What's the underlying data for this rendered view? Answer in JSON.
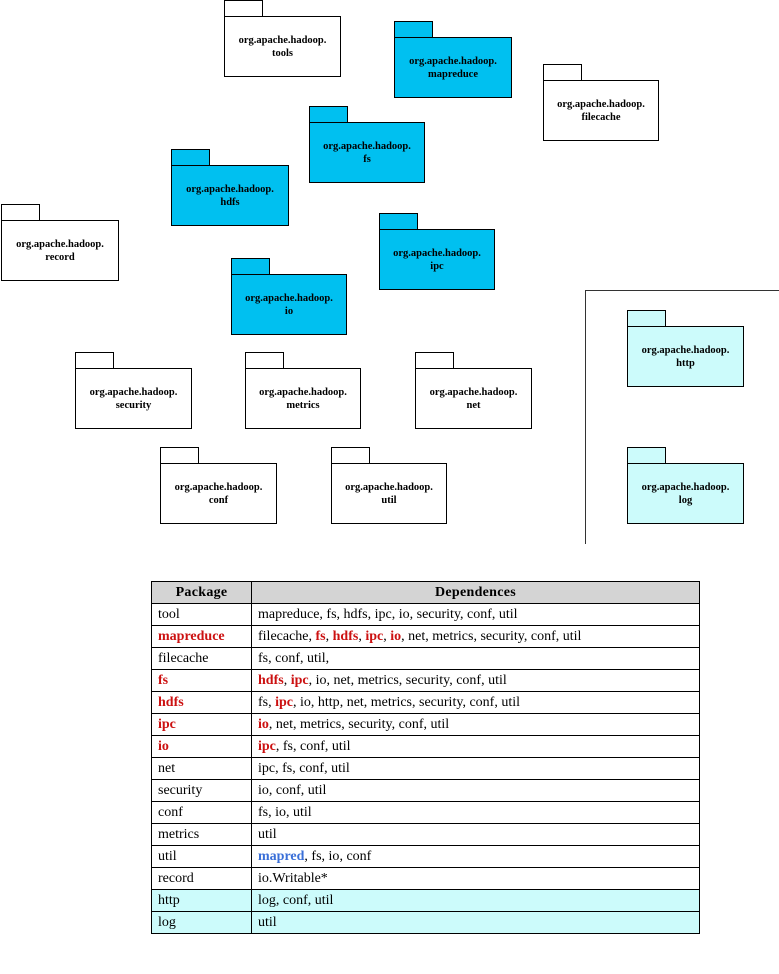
{
  "packages": [
    {
      "id": "tools",
      "line1": "org.apache.hadoop.",
      "line2": "tools"
    },
    {
      "id": "mapreduce",
      "line1": "org.apache.hadoop.",
      "line2": "mapreduce"
    },
    {
      "id": "filecache",
      "line1": "org.apache.hadoop.",
      "line2": "filecache"
    },
    {
      "id": "fs",
      "line1": "org.apache.hadoop.",
      "line2": "fs"
    },
    {
      "id": "hdfs",
      "line1": "org.apache.hadoop.",
      "line2": "hdfs"
    },
    {
      "id": "record",
      "line1": "org.apache.hadoop.",
      "line2": "record"
    },
    {
      "id": "ipc",
      "line1": "org.apache.hadoop.",
      "line2": "ipc"
    },
    {
      "id": "io",
      "line1": "org.apache.hadoop.",
      "line2": "io"
    },
    {
      "id": "http",
      "line1": "org.apache.hadoop.",
      "line2": "http"
    },
    {
      "id": "security",
      "line1": "org.apache.hadoop.",
      "line2": "security"
    },
    {
      "id": "metrics",
      "line1": "org.apache.hadoop.",
      "line2": "metrics"
    },
    {
      "id": "net",
      "line1": "org.apache.hadoop.",
      "line2": "net"
    },
    {
      "id": "conf",
      "line1": "org.apache.hadoop.",
      "line2": "conf"
    },
    {
      "id": "util",
      "line1": "org.apache.hadoop.",
      "line2": "util"
    },
    {
      "id": "log",
      "line1": "org.apache.hadoop.",
      "line2": "log"
    }
  ],
  "table": {
    "headers": [
      "Package",
      "Dependences"
    ],
    "rows": [
      {
        "pkg": "tool",
        "deps": "mapreduce, fs, hdfs, ipc, io, security, conf, util"
      },
      {
        "pkg": "mapreduce",
        "deps": "filecache, fs, hdfs, ipc, io, net, metrics, security, conf, util"
      },
      {
        "pkg": "filecache",
        "deps": "fs, conf, util,"
      },
      {
        "pkg": "fs",
        "deps": "hdfs, ipc, io, net, metrics, security, conf, util"
      },
      {
        "pkg": "hdfs",
        "deps": "fs, ipc, io, http, net, metrics, security, conf, util"
      },
      {
        "pkg": "ipc",
        "deps": "io, net, metrics, security, conf, util"
      },
      {
        "pkg": "io",
        "deps": "ipc, fs, conf, util"
      },
      {
        "pkg": "net",
        "deps": "ipc, fs, conf, util"
      },
      {
        "pkg": "security",
        "deps": "io, conf, util"
      },
      {
        "pkg": "conf",
        "deps": "fs, io, util"
      },
      {
        "pkg": "metrics",
        "deps": "util"
      },
      {
        "pkg": "util",
        "deps": "mapred, fs, io, conf"
      },
      {
        "pkg": "record",
        "deps": "io.Writable*"
      },
      {
        "pkg": "http",
        "deps": "log, conf, util"
      },
      {
        "pkg": "log",
        "deps": "util"
      }
    ]
  },
  "colors": {
    "core_package": "#00c0f0",
    "external_package": "#ccfbfb",
    "highlight_red": "#cc1111",
    "highlight_blue": "#3a6fd8",
    "header_bg": "#d4d4d4"
  }
}
